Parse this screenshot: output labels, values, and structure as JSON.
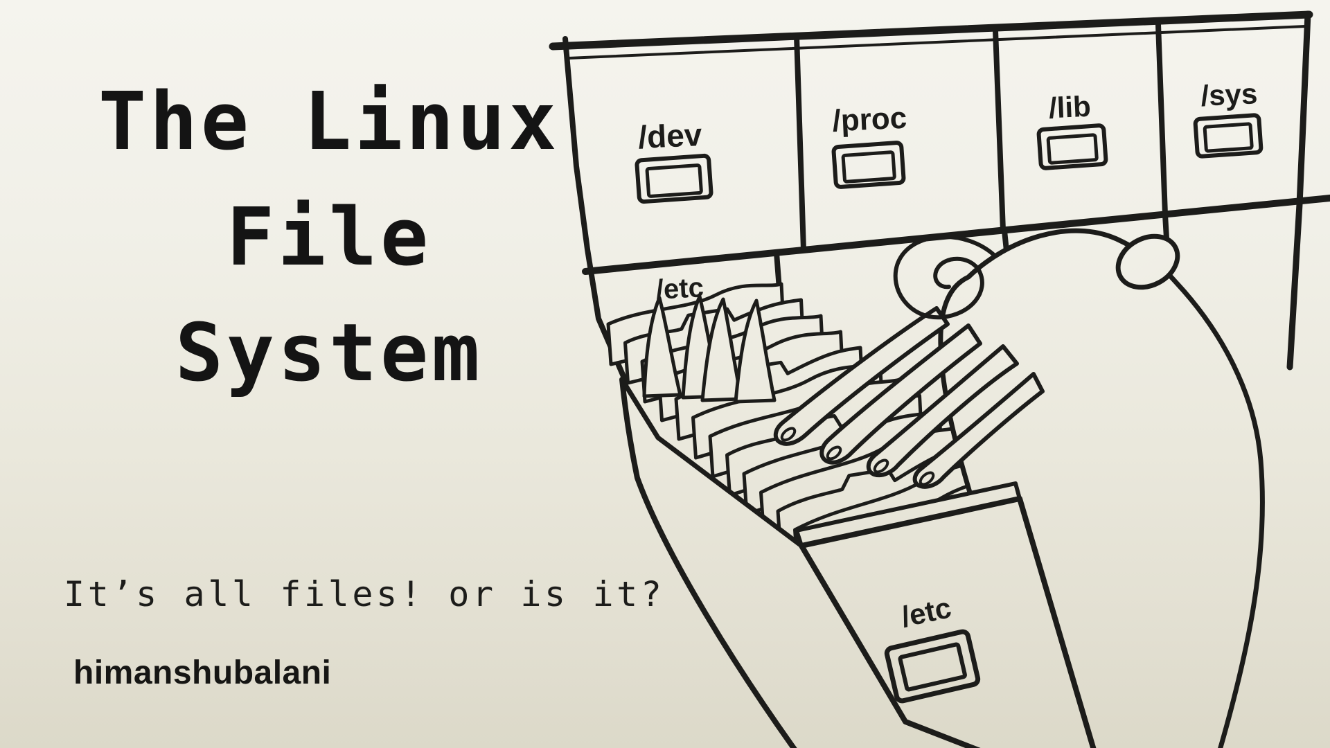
{
  "page": {
    "background_top": "#f5f4ee",
    "background_bottom": "#dcd9c9",
    "ink_color": "#1c1c1a"
  },
  "title": {
    "line1": "The Linux",
    "line2": "File",
    "line3": "System"
  },
  "subtitle": "It’s all files! or is it?",
  "author": "himanshubalani",
  "cabinet": {
    "drawers_top_row": [
      "/dev",
      "/proc",
      "/lib",
      "/sys"
    ],
    "second_row_label": "/etc",
    "open_drawer_front_label": "/etc"
  }
}
